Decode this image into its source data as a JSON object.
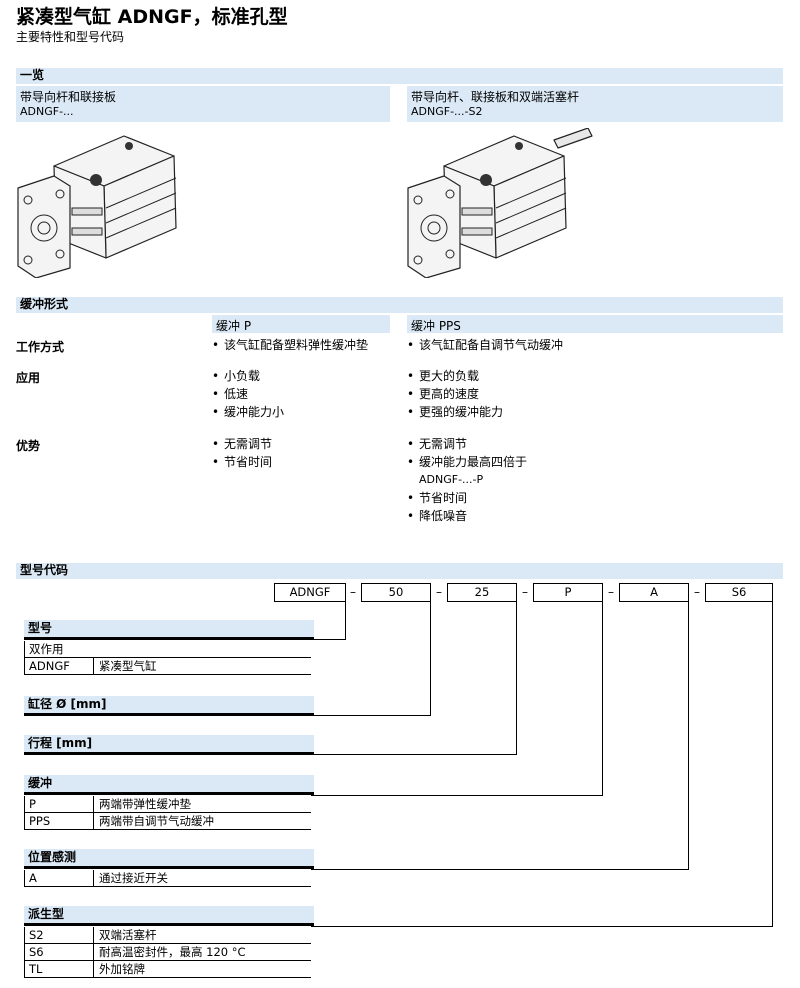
{
  "header": {
    "title": "紧凑型气缸 ADNGF，标准孔型",
    "subtitle": "主要特性和型号代码"
  },
  "overview": {
    "heading": "一览",
    "left": {
      "desc": "带导向杆和联接板",
      "code": "ADNGF-..."
    },
    "right": {
      "desc": "带导向杆、联接板和双端活塞杆",
      "code": "ADNGF-...-S2"
    }
  },
  "cushioning": {
    "heading": "缓冲形式",
    "col_p": "缓冲 P",
    "col_pps": "缓冲 PPS",
    "rows": [
      {
        "label": "工作方式",
        "p": [
          "该气缸配备塑料弹性缓冲垫"
        ],
        "pps": [
          "该气缸配备自调节气动缓冲"
        ]
      },
      {
        "label": "应用",
        "p": [
          "小负载",
          "低速",
          "缓冲能力小"
        ],
        "pps": [
          "更大的负载",
          "更高的速度",
          "更强的缓冲能力"
        ]
      },
      {
        "label": "优势",
        "p": [
          "无需调节",
          "节省时间"
        ],
        "pps": [
          "无需调节",
          "缓冲能力最高四倍于",
          "节省时间",
          "降低噪音"
        ],
        "pps_cont": "ADNGF-...-P"
      }
    ]
  },
  "type_code": {
    "heading": "型号代码",
    "codes": [
      "ADNGF",
      "50",
      "25",
      "P",
      "A",
      "S6"
    ],
    "dash": "–",
    "sections": {
      "type": {
        "title": "型号",
        "sub": "双作用",
        "rows": [
          {
            "k": "ADNGF",
            "v": "紧凑型气缸"
          }
        ]
      },
      "bore": {
        "title": "缸径 Ø [mm]"
      },
      "stroke": {
        "title": "行程 [mm]"
      },
      "cushion": {
        "title": "缓冲",
        "rows": [
          {
            "k": "P",
            "v": "两端带弹性缓冲垫"
          },
          {
            "k": "PPS",
            "v": "两端带自调节气动缓冲"
          }
        ]
      },
      "sensing": {
        "title": "位置感测",
        "rows": [
          {
            "k": "A",
            "v": "通过接近开关"
          }
        ]
      },
      "variant": {
        "title": "派生型",
        "rows": [
          {
            "k": "S2",
            "v": "双端活塞杆"
          },
          {
            "k": "S6",
            "v": "耐高温密封件，最高 120 °C"
          },
          {
            "k": "TL",
            "v": "外加铭牌"
          }
        ]
      }
    }
  }
}
